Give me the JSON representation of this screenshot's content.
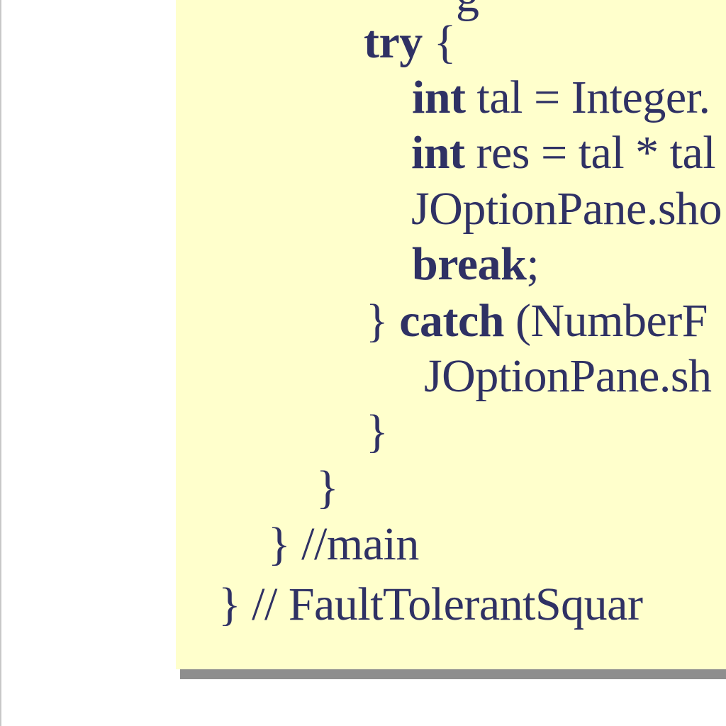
{
  "code_lines": [
    {
      "kw": "",
      "text": "g",
      "after": ""
    },
    {
      "kw": "try",
      "text": " {",
      "after": ""
    },
    {
      "kw": "int",
      "text": " tal = Integer.",
      "after": ""
    },
    {
      "kw": "int",
      "text": " res = tal * tal",
      "after": ""
    },
    {
      "kw": "",
      "text": "JOptionPane.sho",
      "after": ""
    },
    {
      "kw": "break",
      "text": ";",
      "after": ""
    },
    {
      "pre": "} ",
      "kw": "catch",
      "text": " (NumberF",
      "after": ""
    },
    {
      "kw": "",
      "text": "JOptionPane.sh",
      "after": ""
    },
    {
      "kw": "",
      "text": "}",
      "after": ""
    },
    {
      "kw": "",
      "text": "}",
      "after": ""
    },
    {
      "kw": "",
      "text": "} //main",
      "after": ""
    },
    {
      "kw": "",
      "text": "} // FaultTolerantSquar",
      "after": ""
    }
  ],
  "colors": {
    "code_text": "#2f3164",
    "code_background": "#ffffcc",
    "shadow": "#8e8e8e"
  }
}
